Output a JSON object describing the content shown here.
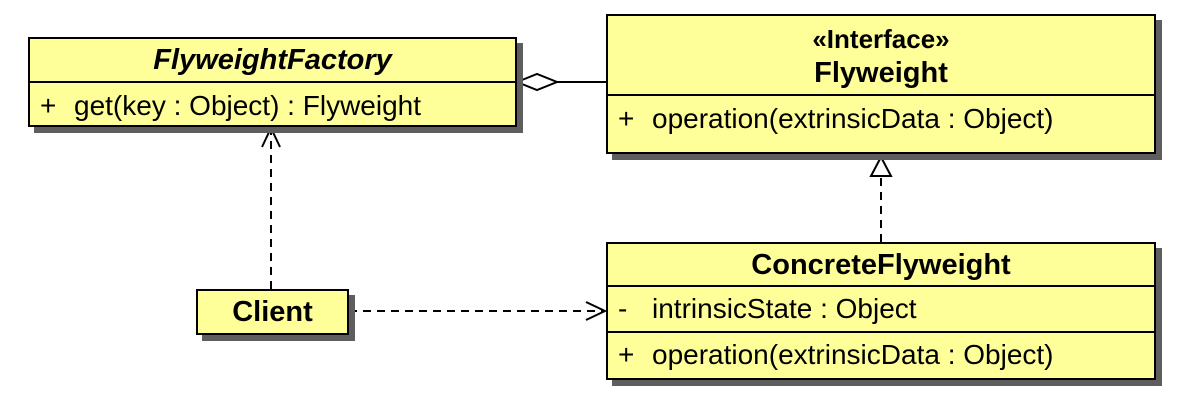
{
  "diagram": {
    "fill_color": "#ffff99",
    "border_color": "#000000",
    "shadow_color": "#5e5e5e",
    "classes": {
      "flyweight_factory": {
        "name": "FlyweightFactory",
        "operations": [
          {
            "visibility": "+",
            "signature": "get(key : Object) : Flyweight"
          }
        ]
      },
      "flyweight": {
        "stereotype": "«Interface»",
        "name": "Flyweight",
        "operations": [
          {
            "visibility": "+",
            "signature": "operation(extrinsicData : Object)"
          }
        ]
      },
      "concrete_flyweight": {
        "name": "ConcreteFlyweight",
        "attributes": [
          {
            "visibility": "-",
            "signature": "intrinsicState : Object"
          }
        ],
        "operations": [
          {
            "visibility": "+",
            "signature": "operation(extrinsicData : Object)"
          }
        ]
      },
      "client": {
        "name": "Client"
      }
    },
    "relationships": [
      {
        "type": "aggregation",
        "from": "FlyweightFactory",
        "to": "Flyweight"
      },
      {
        "type": "realization",
        "from": "ConcreteFlyweight",
        "to": "Flyweight"
      },
      {
        "type": "dependency",
        "from": "Client",
        "to": "FlyweightFactory"
      },
      {
        "type": "dependency",
        "from": "Client",
        "to": "ConcreteFlyweight"
      }
    ]
  }
}
